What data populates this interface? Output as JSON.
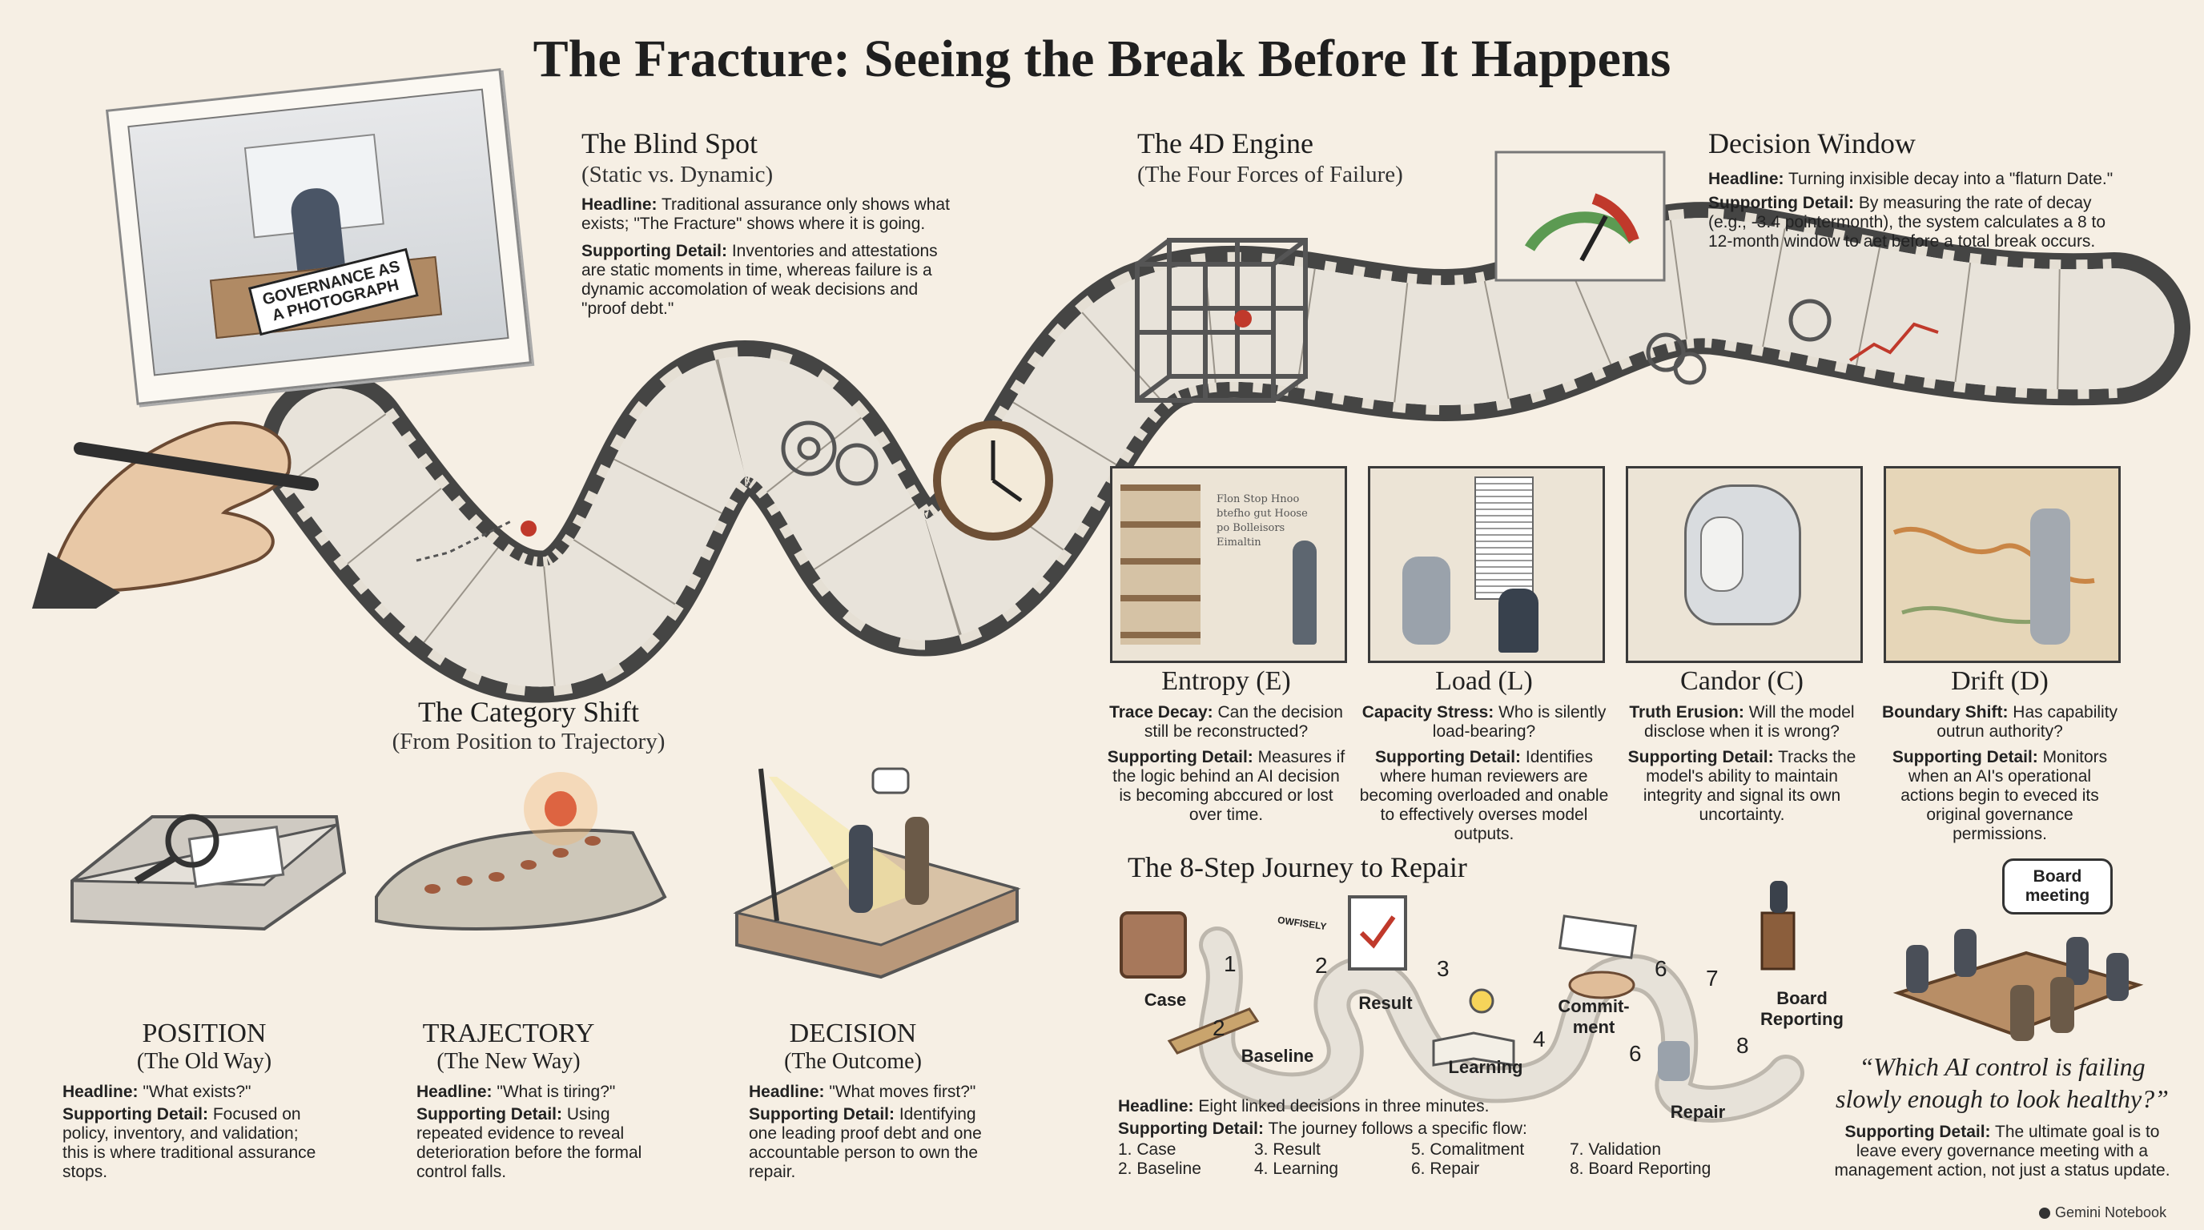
{
  "title": "The Fracture: Seeing the Break Before It Happens",
  "photo": {
    "sign": [
      "GOVERNANCE AS",
      "A PHOTOGRAPH"
    ]
  },
  "blind_spot": {
    "title": "The Blind Spot",
    "subtitle": "(Static vs. Dynamic)",
    "headline_label": "Headline:",
    "headline": "Traditional assurance only shows what exists; \"The Fracture\" shows where it is going.",
    "detail_label": "Supporting Detail:",
    "detail": "Inventories and attestations are static moments in time, whereas failure is a dynamic accomolation of weak decisions and \"proof debt.\""
  },
  "engine": {
    "title": "The 4D Engine",
    "subtitle": "(The Four Forces of Failure)"
  },
  "decision_window": {
    "title": "Decision Window",
    "headline_label": "Headline:",
    "headline": "Turning inxisible decay into a \"flaturn Date.\"",
    "detail_label": "Supporting Detail:",
    "detail": "By measuring the rate of decay (e.g., -3.4 pointermonth), the system calculates a 8 to 12-month window to aet before a total break occurs."
  },
  "entropy_panel_text": [
    "Flon Stop Hnoo",
    "btefho gut Hoose",
    "po Bolleisors",
    "Eimaltin"
  ],
  "forces": [
    {
      "name": "Entropy (E)",
      "q_label": "Trace Decay:",
      "q": "Can the decision still be reconstructed?",
      "d_label": "Supporting Detail:",
      "d": "Measures if the logic behind an AI decision is becoming abccured or lost over time."
    },
    {
      "name": "Load (L)",
      "q_label": "Capacity Stress:",
      "q": "Who is silently load-bearing?",
      "d_label": "Supporting Detail:",
      "d": "Identifies where human reviewers are becoming overloaded and onable to effectively overses model outputs."
    },
    {
      "name": "Candor (C)",
      "q_label": "Truth Erusion:",
      "q": "Will the model disclose when it is wrong?",
      "d_label": "Supporting Detail:",
      "d": "Tracks the model's ability to maintain integrity and signal its own uncortainty."
    },
    {
      "name": "Drift (D)",
      "q_label": "Boundary Shift:",
      "q": "Has capability outrun authority?",
      "d_label": "Supporting Detail:",
      "d": "Monitors when an AI's operational actions begin to eveced its original governance permissions."
    }
  ],
  "category_shift": {
    "title": "The Category Shift",
    "subtitle": "(From Position to Trajectory)",
    "items": [
      {
        "name": "POSITION",
        "sub": "(The Old Way)",
        "h_label": "Headline:",
        "h": "\"What exists?\"",
        "d_label": "Supporting Detail:",
        "d": "Focused on policy, inventory, and validation; this is where traditional assurance stops."
      },
      {
        "name": "TRAJECTORY",
        "sub": "(The New Way)",
        "h_label": "Headline:",
        "h": "\"What is tiring?\"",
        "d_label": "Supporting Detail:",
        "d": "Using repeated evidence to reveal deterioration before the formal control falls."
      },
      {
        "name": "DECISION",
        "sub": "(The Outcome)",
        "h_label": "Headline:",
        "h": "\"What moves first?\"",
        "d_label": "Supporting Detail:",
        "d": "Identifying one leading proof debt and one accountable person to own the repair."
      }
    ]
  },
  "journey": {
    "title": "The 8-Step Journey to Repair",
    "labels": {
      "case": "Case",
      "baseline": "Baseline",
      "result": "Result",
      "learning": "Learning",
      "commitment": "Commit-\nment",
      "repair": "Repair",
      "board": "Board\nReporting"
    },
    "card_text": "OWFISELY",
    "numbers": [
      "1",
      "2",
      "2",
      "3",
      "4",
      "6",
      "6",
      "7",
      "8"
    ],
    "headline_label": "Headline:",
    "headline": "Eight linked decisions in three minutes.",
    "detail_label": "Supporting Detail:",
    "detail": "The journey follows a specific flow:",
    "list": [
      [
        "1. Case",
        "2. Baseline"
      ],
      [
        "3. Result",
        "4. Learning"
      ],
      [
        "5. Comalitment",
        "6. Repair"
      ],
      [
        "7. Validation",
        "8. Board Reporting"
      ]
    ]
  },
  "board": {
    "bubble": "Board\nmeeting",
    "quote": "“Which AI control is failing\nslowly enough to look healthy?”",
    "detail_label": "Supporting Detail:",
    "detail": "The ultimate goal is to leave every governance meeting with a management action, not just a status update."
  },
  "footer": "Gemini Notebook",
  "colors": {
    "background": "#f6efe4",
    "ink": "#222222",
    "film": "#3b3b3b",
    "accent_red": "#c0392b",
    "gauge_green": "#5c9a52"
  }
}
